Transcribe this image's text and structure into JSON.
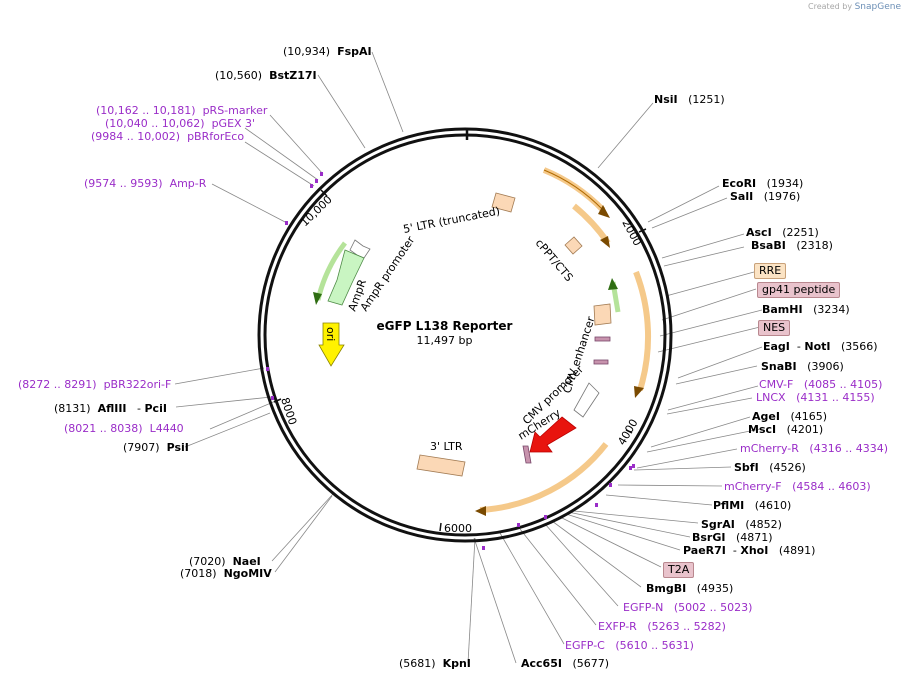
{
  "watermark": {
    "prefix": "Created by",
    "brand": "SnapGene"
  },
  "plasmid": {
    "name": "eGFP L138 Reporter",
    "length_label": "11,497 bp",
    "length_bp": 11497
  },
  "ring_ticks": [
    "2000",
    "4000",
    "6000",
    "8000",
    "10,000"
  ],
  "enzymes": [
    {
      "name": "FspAI",
      "pos": "(10,934)"
    },
    {
      "name": "BstZ17I",
      "pos": "(10,560)"
    },
    {
      "name": "NsiI",
      "pos": "(1251)"
    },
    {
      "name": "EcoRI",
      "pos": "(1934)"
    },
    {
      "name": "SalI",
      "pos": "(1976)"
    },
    {
      "name": "AscI",
      "pos": "(2251)"
    },
    {
      "name": "BsaBI",
      "pos": "(2318)"
    },
    {
      "name": "BamHI",
      "pos": "(3234)"
    },
    {
      "name": "EagI",
      "name2": "NotI",
      "pos": "(3566)"
    },
    {
      "name": "SnaBI",
      "pos": "(3906)"
    },
    {
      "name": "AgeI",
      "pos": "(4165)"
    },
    {
      "name": "MscI",
      "pos": "(4201)"
    },
    {
      "name": "SbfI",
      "pos": "(4526)"
    },
    {
      "name": "PflMI",
      "pos": "(4610)"
    },
    {
      "name": "SgrAI",
      "pos": "(4852)"
    },
    {
      "name": "BsrGI",
      "pos": "(4871)"
    },
    {
      "name": "PaeR7I",
      "name2": "XhoI",
      "pos": "(4891)"
    },
    {
      "name": "BmgBI",
      "pos": "(4935)"
    },
    {
      "name": "KpnI",
      "pos": "(5681)"
    },
    {
      "name": "Acc65I",
      "pos": "(5677)"
    },
    {
      "name": "NaeI",
      "pos": "(7020)"
    },
    {
      "name": "NgoMIV",
      "pos": "(7018)"
    },
    {
      "name": "PsiI",
      "pos": "(7907)"
    },
    {
      "name": "AflIII",
      "name2": "PciI",
      "pos": "(8131)"
    }
  ],
  "primers": [
    {
      "name": "pRS-marker",
      "pos": "(10,162 .. 10,181)"
    },
    {
      "name": "pGEX 3'",
      "pos": "(10,040 .. 10,062)"
    },
    {
      "name": "pBRforEco",
      "pos": "(9984 .. 10,002)"
    },
    {
      "name": "Amp-R",
      "pos": "(9574 .. 9593)"
    },
    {
      "name": "pBR322ori-F",
      "pos": "(8272 .. 8291)"
    },
    {
      "name": "L4440",
      "pos": "(8021 .. 8038)"
    },
    {
      "name": "CMV-F",
      "pos": "(4085 .. 4105)"
    },
    {
      "name": "LNCX",
      "pos": "(4131 .. 4155)"
    },
    {
      "name": "mCherry-R",
      "pos": "(4316 .. 4334)"
    },
    {
      "name": "mCherry-F",
      "pos": "(4584 .. 4603)"
    },
    {
      "name": "EGFP-N",
      "pos": "(5002 .. 5023)"
    },
    {
      "name": "EXFP-R",
      "pos": "(5263 .. 5282)"
    },
    {
      "name": "EGFP-C",
      "pos": "(5610 .. 5631)"
    }
  ],
  "boxed_features": [
    {
      "name": "RRE",
      "color": "#fbe3c4"
    },
    {
      "name": "gp41 peptide",
      "color": "#e9c3cc"
    },
    {
      "name": "NES",
      "color": "#e9c3cc"
    },
    {
      "name": "T2A",
      "color": "#e9c3cc"
    }
  ],
  "inner_labels": {
    "ltr5": "5' LTR (truncated)",
    "cppt": "cPPT/CTS",
    "ampr_promoter": "AmpR promoter",
    "ampr": "AmpR",
    "ori": "ori",
    "cmv_enhancer": "CMV enhancer",
    "cmv_promoter": "CMV promoter",
    "mcherry": "mCherry",
    "ltr3": "3' LTR"
  },
  "colors": {
    "primer": "#9a2dc8",
    "orange_feature": "#f5a623",
    "ltr_fill": "#fbd8b6",
    "ampr_fill": "#c9f5c2",
    "ori_fill": "#fff200",
    "mcherry_fill": "#e8140e",
    "green_arrow": "#6ab92f"
  }
}
